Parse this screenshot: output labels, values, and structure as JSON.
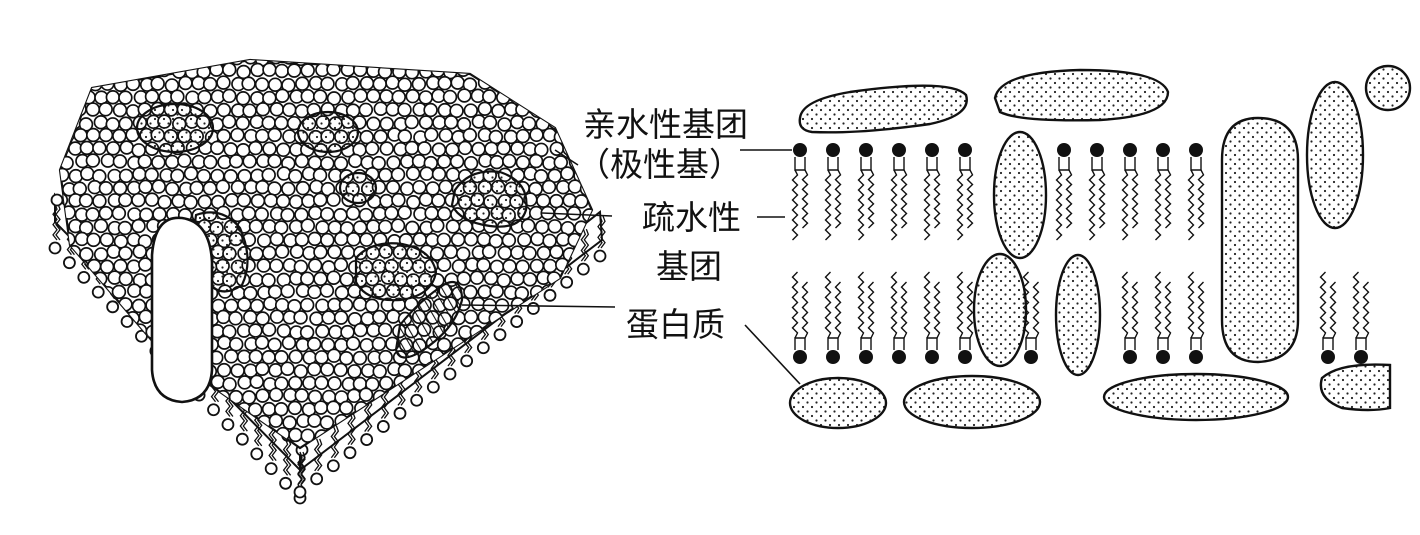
{
  "labels": {
    "hydrophilic_line1": "亲水性基团",
    "hydrophilic_line2": "（极性基）",
    "hydrophobic_line1": "疏水性",
    "hydrophobic_line2": "基团",
    "protein": "蛋白质"
  }
}
